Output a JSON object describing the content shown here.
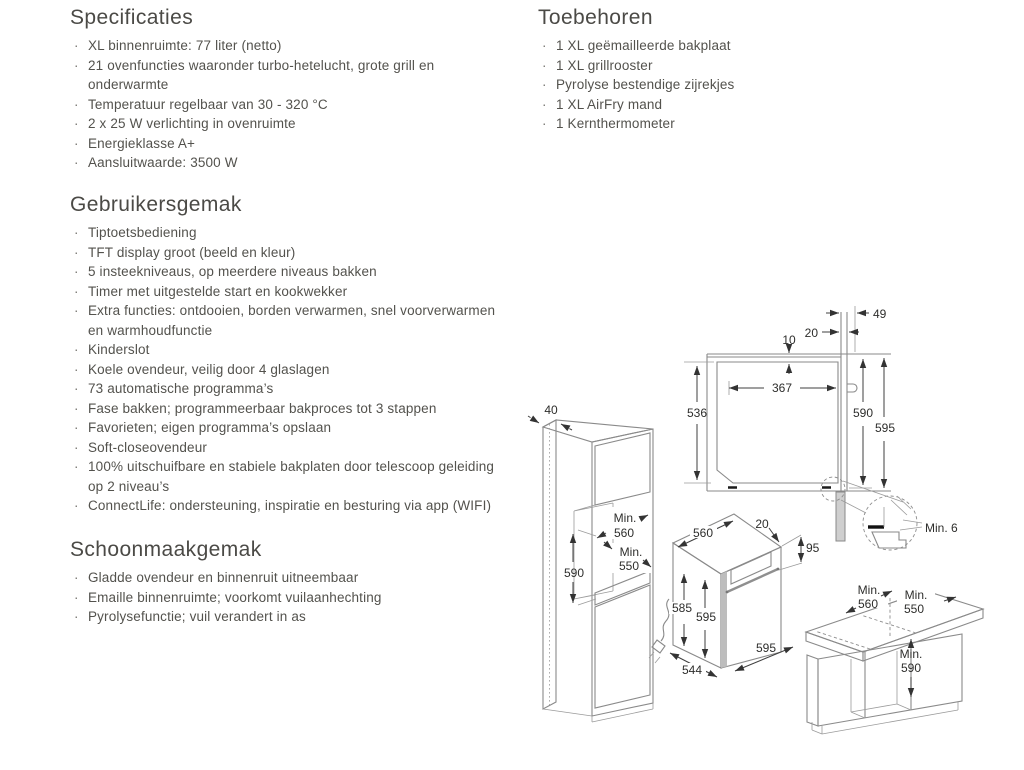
{
  "colors": {
    "heading": "#4b4a46",
    "body_text": "#53524d",
    "drawing_line": "#8a8a8a",
    "dimension_line": "#3f3f3f",
    "panel_fill": "#e7e7e7",
    "door_fill": "#d5d5d5",
    "counter_fill": "#bfbfbf"
  },
  "sections": {
    "specificaties": {
      "title": "Specificaties",
      "items": [
        "XL binnenruimte: 77 liter (netto)",
        "21 ovenfuncties waaronder turbo-hetelucht, grote grill en\nonderwarmte",
        "Temperatuur regelbaar van 30 - 320 °C",
        "2 x 25 W verlichting in ovenruimte",
        "Energieklasse A+",
        "Aansluitwaarde: 3500 W"
      ]
    },
    "gebruikersgemak": {
      "title": "Gebruikersgemak",
      "items": [
        "Tiptoetsbediening",
        "TFT display groot (beeld en kleur)",
        "5 insteekniveaus, op meerdere niveaus bakken",
        "Timer met uitgestelde start en kookwekker",
        "Extra functies: ontdooien, borden verwarmen, snel voorverwarmen\nen warmhoudfunctie",
        "Kinderslot",
        "Koele ovendeur, veilig door 4 glaslagen",
        "73 automatische programma’s",
        "Fase bakken; programmeerbaar bakproces tot 3 stappen",
        "Favorieten; eigen programma’s opslaan",
        "Soft-closeovendeur",
        "100% uitschuifbare en stabiele bakplaten door telescoop geleiding\nop 2 niveau’s",
        "ConnectLife: ondersteuning, inspiratie en besturing via app (WIFI)"
      ]
    },
    "schoonmaakgemak": {
      "title": "Schoonmaakgemak",
      "items": [
        "Gladde ovendeur en binnenruit uitneembaar",
        "Emaille binnenruimte; voorkomt vuilaanhechting",
        "Pyrolysefunctie; vuil verandert in as"
      ]
    },
    "toebehoren": {
      "title": "Toebehoren",
      "items": [
        "1 XL geëmailleerde bakplaat",
        "1 XL grillrooster",
        "Pyrolyse bestendige zijrekjes",
        "1 XL AirFry mand",
        "1 Kernthermometer"
      ]
    }
  },
  "diagram": {
    "section_view": {
      "width_49": "49",
      "gap_20": "20",
      "gap_10": "10",
      "inner_width_367": "367",
      "inner_height_536": "536",
      "height_590": "590",
      "height_595": "595",
      "min_gap_6": "Min. 6"
    },
    "tall_cabinet": {
      "panel_40": "40",
      "min_depth": [
        "Min.",
        "560"
      ],
      "min_width": [
        "Min.",
        "550"
      ],
      "niche_height_590": "590"
    },
    "oven": {
      "depth_560": "560",
      "overhang_20": "20",
      "panel_95": "95",
      "height_585": "585",
      "height_595": "595",
      "width_595": "595",
      "depth_544": "544"
    },
    "base_cabinet": {
      "min_depth": [
        "Min.",
        "560"
      ],
      "min_width": [
        "Min.",
        "550"
      ],
      "min_height": [
        "Min.",
        "590"
      ]
    }
  }
}
